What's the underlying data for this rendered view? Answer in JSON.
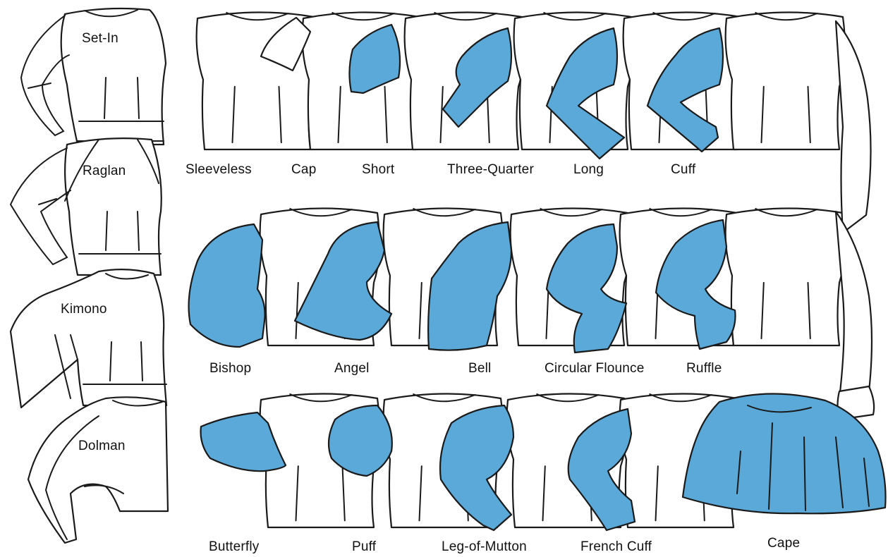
{
  "colors": {
    "sleeve_fill": "#5aa9d8",
    "outline": "#1a1a1a",
    "background": "#ffffff"
  },
  "left_column": [
    "Set-In",
    "Raglan",
    "Kimono",
    "Dolman"
  ],
  "row1": [
    "Sleeveless",
    "Cap",
    "Short",
    "Three-Quarter",
    "Long",
    "Cuff"
  ],
  "row2": [
    "Bishop",
    "Angel",
    "Bell",
    "Circular Flounce",
    "Ruffle"
  ],
  "row3": [
    "Butterfly",
    "Puff",
    "Leg-of-Mutton",
    "French Cuff",
    "Cape"
  ]
}
